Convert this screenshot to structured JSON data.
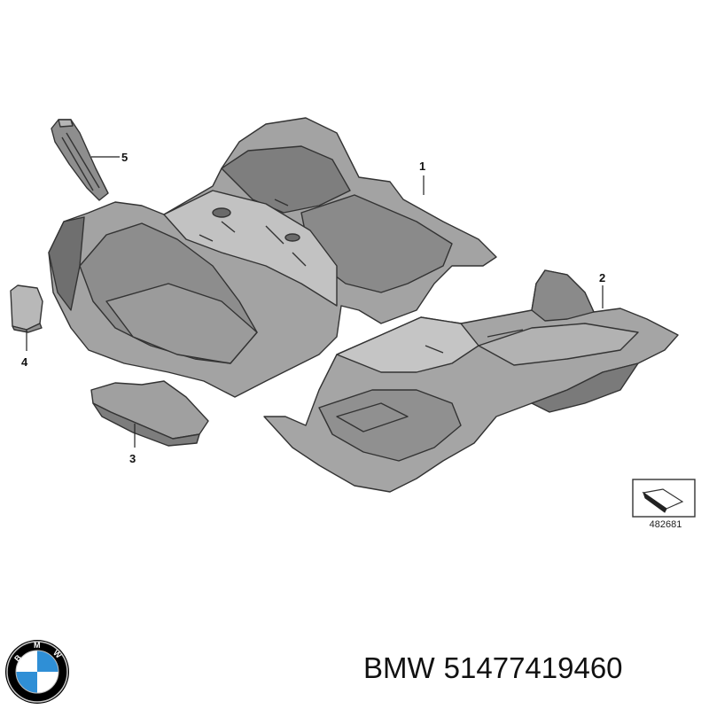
{
  "diagram": {
    "callouts": [
      "1",
      "2",
      "3",
      "4",
      "5"
    ],
    "reference_number": "482681"
  },
  "footer": {
    "brand": "BMW",
    "part_number": "51477419460",
    "logo": "bmw-roundel-logo"
  },
  "colors": {
    "part_fill": "#9a9a9a",
    "part_light": "#c4c4c4",
    "part_dark": "#6e6e6e",
    "outline": "#333333",
    "logo_blue": "#2f8fd6"
  }
}
